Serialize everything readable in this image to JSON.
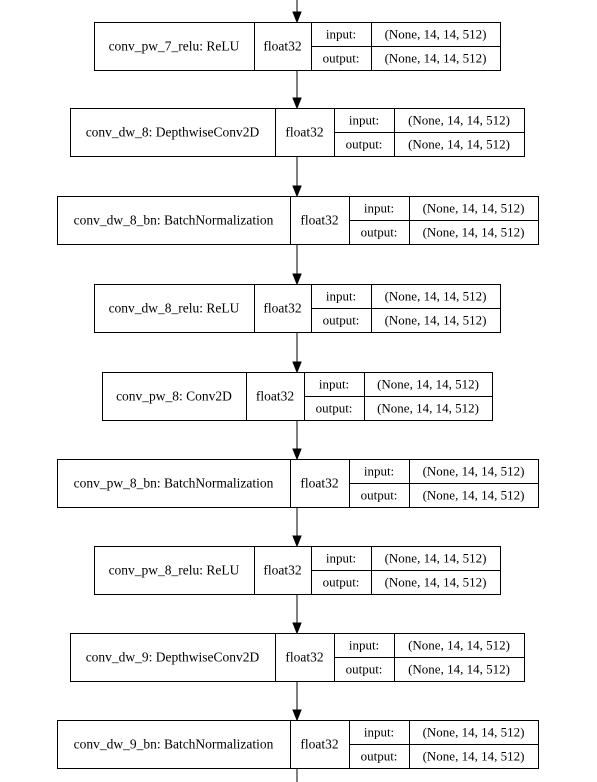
{
  "labels": {
    "input": "input:",
    "output": "output:"
  },
  "nodes": [
    {
      "name": "conv_pw_7_relu: ReLU",
      "dtype": "float32",
      "input": "(None, 14, 14, 512)",
      "output": "(None, 14, 14, 512)"
    },
    {
      "name": "conv_dw_8: DepthwiseConv2D",
      "dtype": "float32",
      "input": "(None, 14, 14, 512)",
      "output": "(None, 14, 14, 512)"
    },
    {
      "name": "conv_dw_8_bn: BatchNormalization",
      "dtype": "float32",
      "input": "(None, 14, 14, 512)",
      "output": "(None, 14, 14, 512)"
    },
    {
      "name": "conv_dw_8_relu: ReLU",
      "dtype": "float32",
      "input": "(None, 14, 14, 512)",
      "output": "(None, 14, 14, 512)"
    },
    {
      "name": "conv_pw_8: Conv2D",
      "dtype": "float32",
      "input": "(None, 14, 14, 512)",
      "output": "(None, 14, 14, 512)"
    },
    {
      "name": "conv_pw_8_bn: BatchNormalization",
      "dtype": "float32",
      "input": "(None, 14, 14, 512)",
      "output": "(None, 14, 14, 512)"
    },
    {
      "name": "conv_pw_8_relu: ReLU",
      "dtype": "float32",
      "input": "(None, 14, 14, 512)",
      "output": "(None, 14, 14, 512)"
    },
    {
      "name": "conv_dw_9: DepthwiseConv2D",
      "dtype": "float32",
      "input": "(None, 14, 14, 512)",
      "output": "(None, 14, 14, 512)"
    },
    {
      "name": "conv_dw_9_bn: BatchNormalization",
      "dtype": "float32",
      "input": "(None, 14, 14, 512)",
      "output": "(None, 14, 14, 512)"
    }
  ]
}
